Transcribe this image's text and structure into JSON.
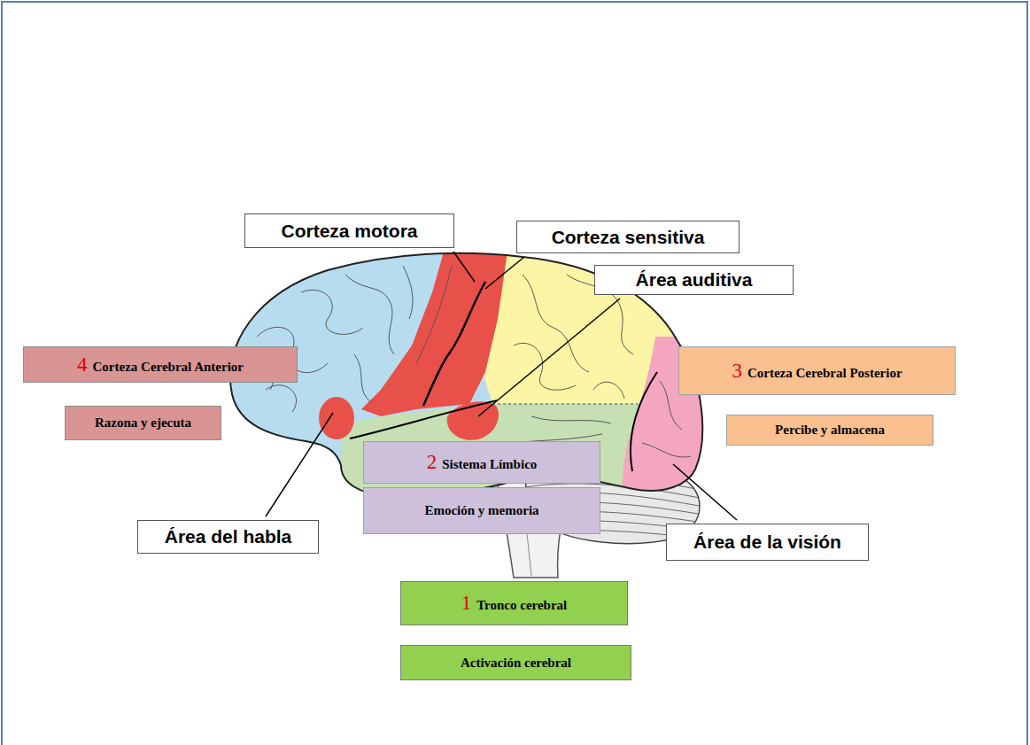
{
  "diagram": {
    "nodes": [
      {
        "text": [
          "Corteza motora"
        ]
      },
      {
        "text": [
          "Corteza sensitiva"
        ]
      },
      {
        "text": [
          "Área auditiva"
        ]
      },
      {
        "text": [
          "4",
          "Corteza Cerebral Anterior"
        ]
      },
      {
        "text": [
          "3",
          "Corteza Cerebral Posterior"
        ]
      },
      {
        "text": [
          "Razona y ejecuta"
        ]
      },
      {
        "text": [
          "Percibe y almacena"
        ]
      },
      {
        "text": [
          "2",
          "Sistema Límbico"
        ]
      },
      {
        "text": [
          "Emoción y memoria"
        ]
      },
      {
        "text": [
          "Área del habla"
        ]
      },
      {
        "text": [
          "Área de la visión"
        ]
      },
      {
        "text": [
          "1",
          "Tronco cerebral"
        ]
      },
      {
        "text": [
          "Activación cerebral"
        ]
      }
    ]
  }
}
